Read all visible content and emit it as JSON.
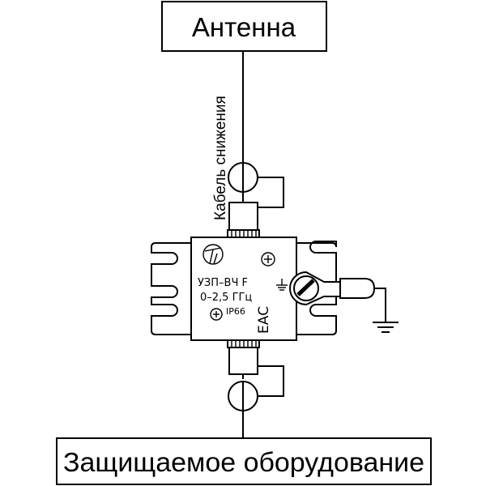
{
  "antenna_box": {
    "label": "Антенна"
  },
  "cable": {
    "label": "Кабель снижения"
  },
  "device": {
    "model": "УЗП–ВЧ F",
    "frequency": "0–2,5 ГГц",
    "protection": "IP66",
    "certification_mark": "EAC"
  },
  "equipment_box": {
    "label": "Защищаемое оборудование"
  }
}
